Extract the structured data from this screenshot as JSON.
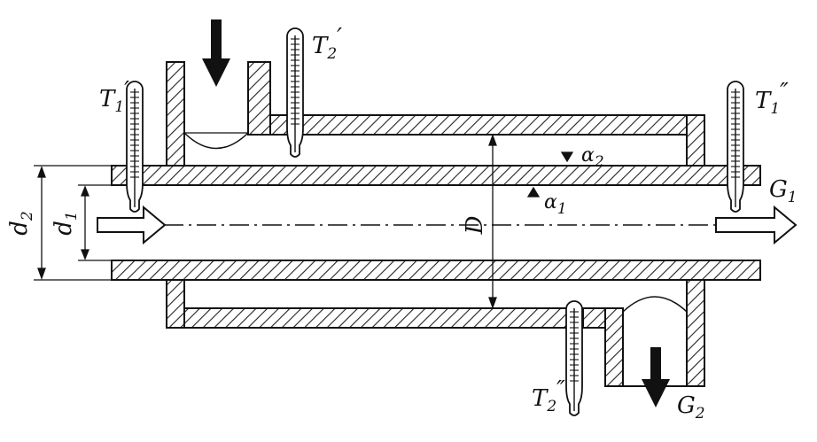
{
  "labels": {
    "t1_in": {
      "base": "T",
      "sub": "1",
      "prime": "′"
    },
    "t2_in": {
      "base": "T",
      "sub": "2",
      "prime": "′"
    },
    "t1_out": {
      "base": "T",
      "sub": "1",
      "prime": "″"
    },
    "t2_out": {
      "base": "T",
      "sub": "2",
      "prime": "″"
    },
    "g1": {
      "base": "G",
      "sub": "1"
    },
    "g2": {
      "base": "G",
      "sub": "2"
    },
    "alpha1": {
      "base": "α",
      "sub": "1"
    },
    "alpha2": {
      "base": "α",
      "sub": "2"
    },
    "d2": {
      "base": "d",
      "sub": "2"
    },
    "d1": {
      "base": "d",
      "sub": "1"
    },
    "D": {
      "base": "D"
    }
  },
  "colors": {
    "ink": "#111111",
    "hatch": "#222222",
    "background": "#ffffff",
    "bulb": "#ffffff"
  },
  "icons": {
    "inlet_arrow": "outline-arrow-right",
    "outlet_arrow": "outline-arrow-right",
    "shell_inlet_arrow": "solid-arrow-down",
    "shell_outlet_arrow": "solid-arrow-down",
    "thermometer": "thermometer-icon"
  }
}
